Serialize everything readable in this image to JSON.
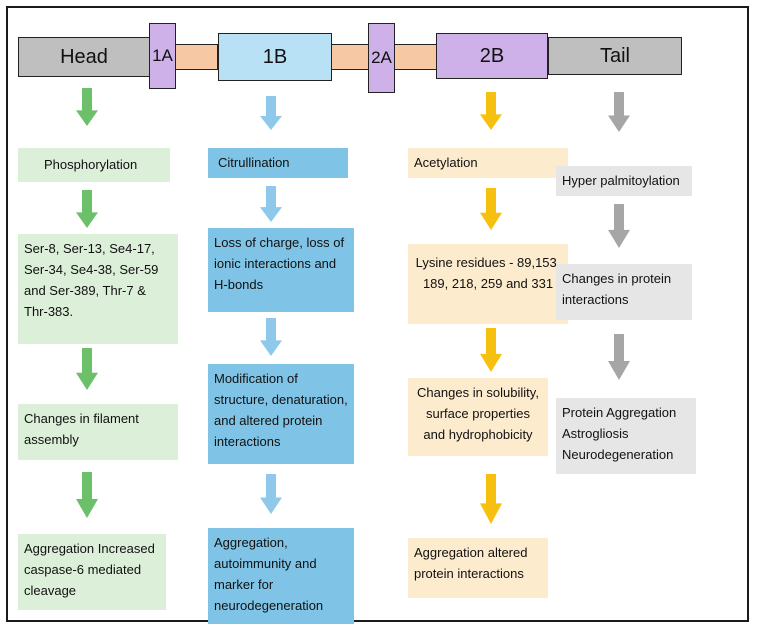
{
  "domains": {
    "head": "Head",
    "d1a": "1A",
    "d1b": "1B",
    "d2a": "2A",
    "d2b": "2B",
    "tail": "Tail"
  },
  "colors": {
    "head_tail_bar": "#bfbfbf",
    "linker": "#f7c8a4",
    "coil_2": "#cdb1e8",
    "coil_1b": "#b8e1f5",
    "green_arrow": "#6cc06a",
    "green_box": "#dcefd9",
    "blue_arrow": "#8ec8ea",
    "blue_box": "#7fc4e6",
    "orange_arrow": "#f5c00f",
    "orange_box": "#fdebcd",
    "grey_arrow": "#a6a6a6",
    "grey_box": "#e6e6e6"
  },
  "columns": {
    "phosphorylation": {
      "steps": [
        "Phosphorylation",
        "Ser-8, Ser-13, Se4-17, Ser-34, Se4-38, Ser-59 and Ser-389, Thr-7 & Thr-383.",
        "Changes in filament assembly",
        "Aggregation Increased caspase-6 mediated cleavage"
      ]
    },
    "citrullination": {
      "steps": [
        "Citrullination",
        "Loss of charge, loss of ionic interactions and H-bonds",
        "Modification of structure, denaturation, and altered protein interactions",
        "Aggregation, autoimmunity and marker for neurodegeneration"
      ]
    },
    "acetylation": {
      "steps": [
        "Acetylation",
        "Lysine residues - 89,153, 189, 218, 259 and 331",
        "Changes in solubility, surface properties and hydrophobicity",
        "Aggregation altered protein interactions"
      ]
    },
    "palmitoylation": {
      "steps": [
        "Hyper palmitoylation",
        "Changes in protein interactions",
        "Protein Aggregation Astrogliosis Neurodegeneration"
      ]
    }
  }
}
